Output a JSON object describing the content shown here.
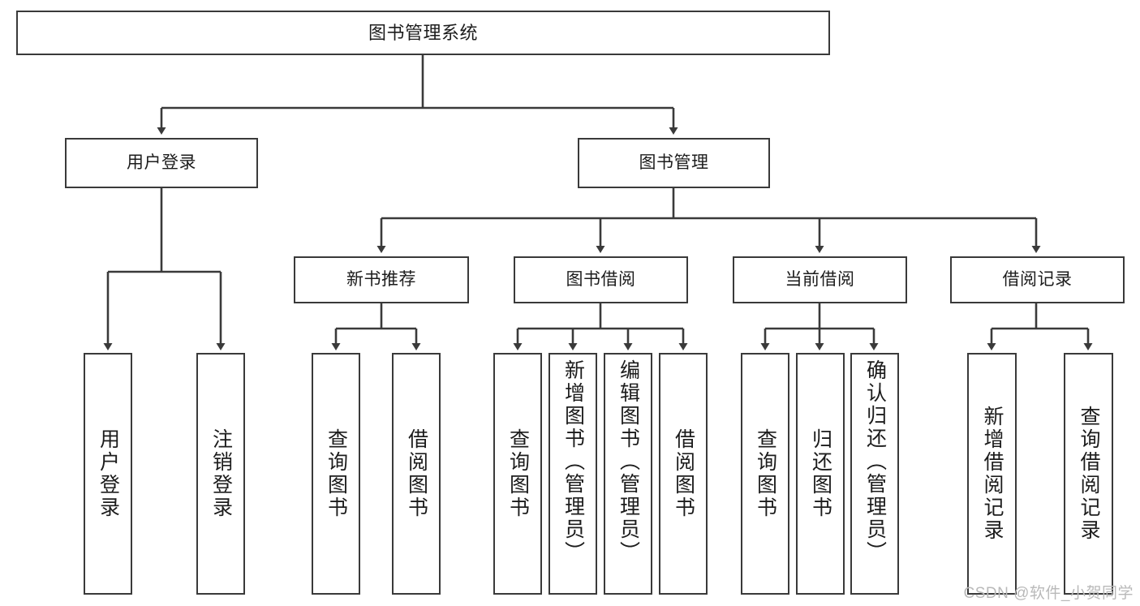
{
  "diagram": {
    "title": "图书管理系统",
    "type": "tree",
    "watermark": "CSDN @软件_小贺同学",
    "colors": {
      "box_border": "#3a3a3a",
      "box_fill": "#ffffff",
      "connector": "#3a3a3a",
      "text": "#1c1c1c",
      "watermark": "#b9b9b9",
      "background": "#ffffff"
    },
    "root": {
      "label": "图书管理系统"
    },
    "level2": [
      {
        "label": "用户登录"
      },
      {
        "label": "图书管理"
      }
    ],
    "level3": [
      {
        "label": "新书推荐"
      },
      {
        "label": "图书借阅"
      },
      {
        "label": "当前借阅"
      },
      {
        "label": "借阅记录"
      }
    ],
    "leaves": {
      "user_login": [
        {
          "label": "用户登录"
        },
        {
          "label": "注销登录"
        }
      ],
      "new_book": [
        {
          "label": "查询图书"
        },
        {
          "label": "借阅图书"
        }
      ],
      "book_borrow": [
        {
          "label": "查询图书"
        },
        {
          "label": "新增图书（管理员）"
        },
        {
          "label": "编辑图书（管理员）"
        },
        {
          "label": "借阅图书"
        }
      ],
      "current_borrow": [
        {
          "label": "查询图书"
        },
        {
          "label": "归还图书"
        },
        {
          "label": "确认归还（管理员）"
        }
      ],
      "borrow_record": [
        {
          "label": "新增借阅记录"
        },
        {
          "label": "查询借阅记录"
        }
      ]
    }
  }
}
